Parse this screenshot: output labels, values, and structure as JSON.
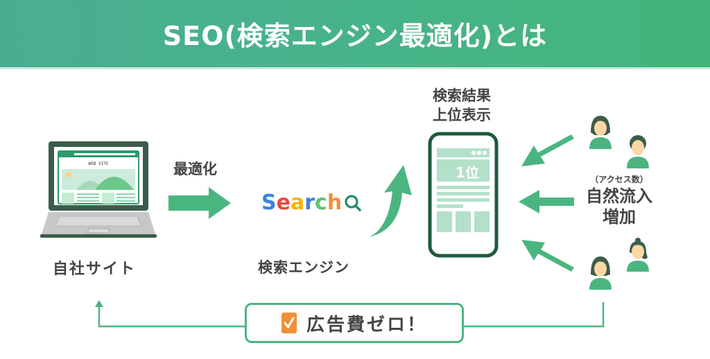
{
  "header": {
    "title": "SEO(検索エンジン最適化)とは",
    "gradient_start": "#4aad92",
    "gradient_end": "#44b47a"
  },
  "site": {
    "label": "自社サイト",
    "screen_title": "WEB SITE"
  },
  "optimize": {
    "label": "最適化"
  },
  "search_engine": {
    "logo_letters": [
      {
        "char": "S",
        "color": "#3b82e6"
      },
      {
        "char": "e",
        "color": "#e8493f"
      },
      {
        "char": "a",
        "color": "#f4b400"
      },
      {
        "char": "r",
        "color": "#3b82e6"
      },
      {
        "char": "c",
        "color": "#5cc46c"
      },
      {
        "char": "h",
        "color": "#f0903a"
      }
    ],
    "icon": "magnifier-icon",
    "icon_color": "#1e8a6a",
    "label": "検索エンジン"
  },
  "result": {
    "label_line1": "検索結果",
    "label_line2": "上位表示",
    "rank": "1位"
  },
  "traffic": {
    "note": "（アクセス数）",
    "label_line1": "自然流入",
    "label_line2": "増加"
  },
  "ad_zero": {
    "label": "広告費ゼロ！",
    "check_color": "#f0903a"
  },
  "colors": {
    "accent": "#4bb580",
    "dark_green": "#1e5a3c",
    "light_green": "#b3e0c8",
    "text": "#444444"
  }
}
